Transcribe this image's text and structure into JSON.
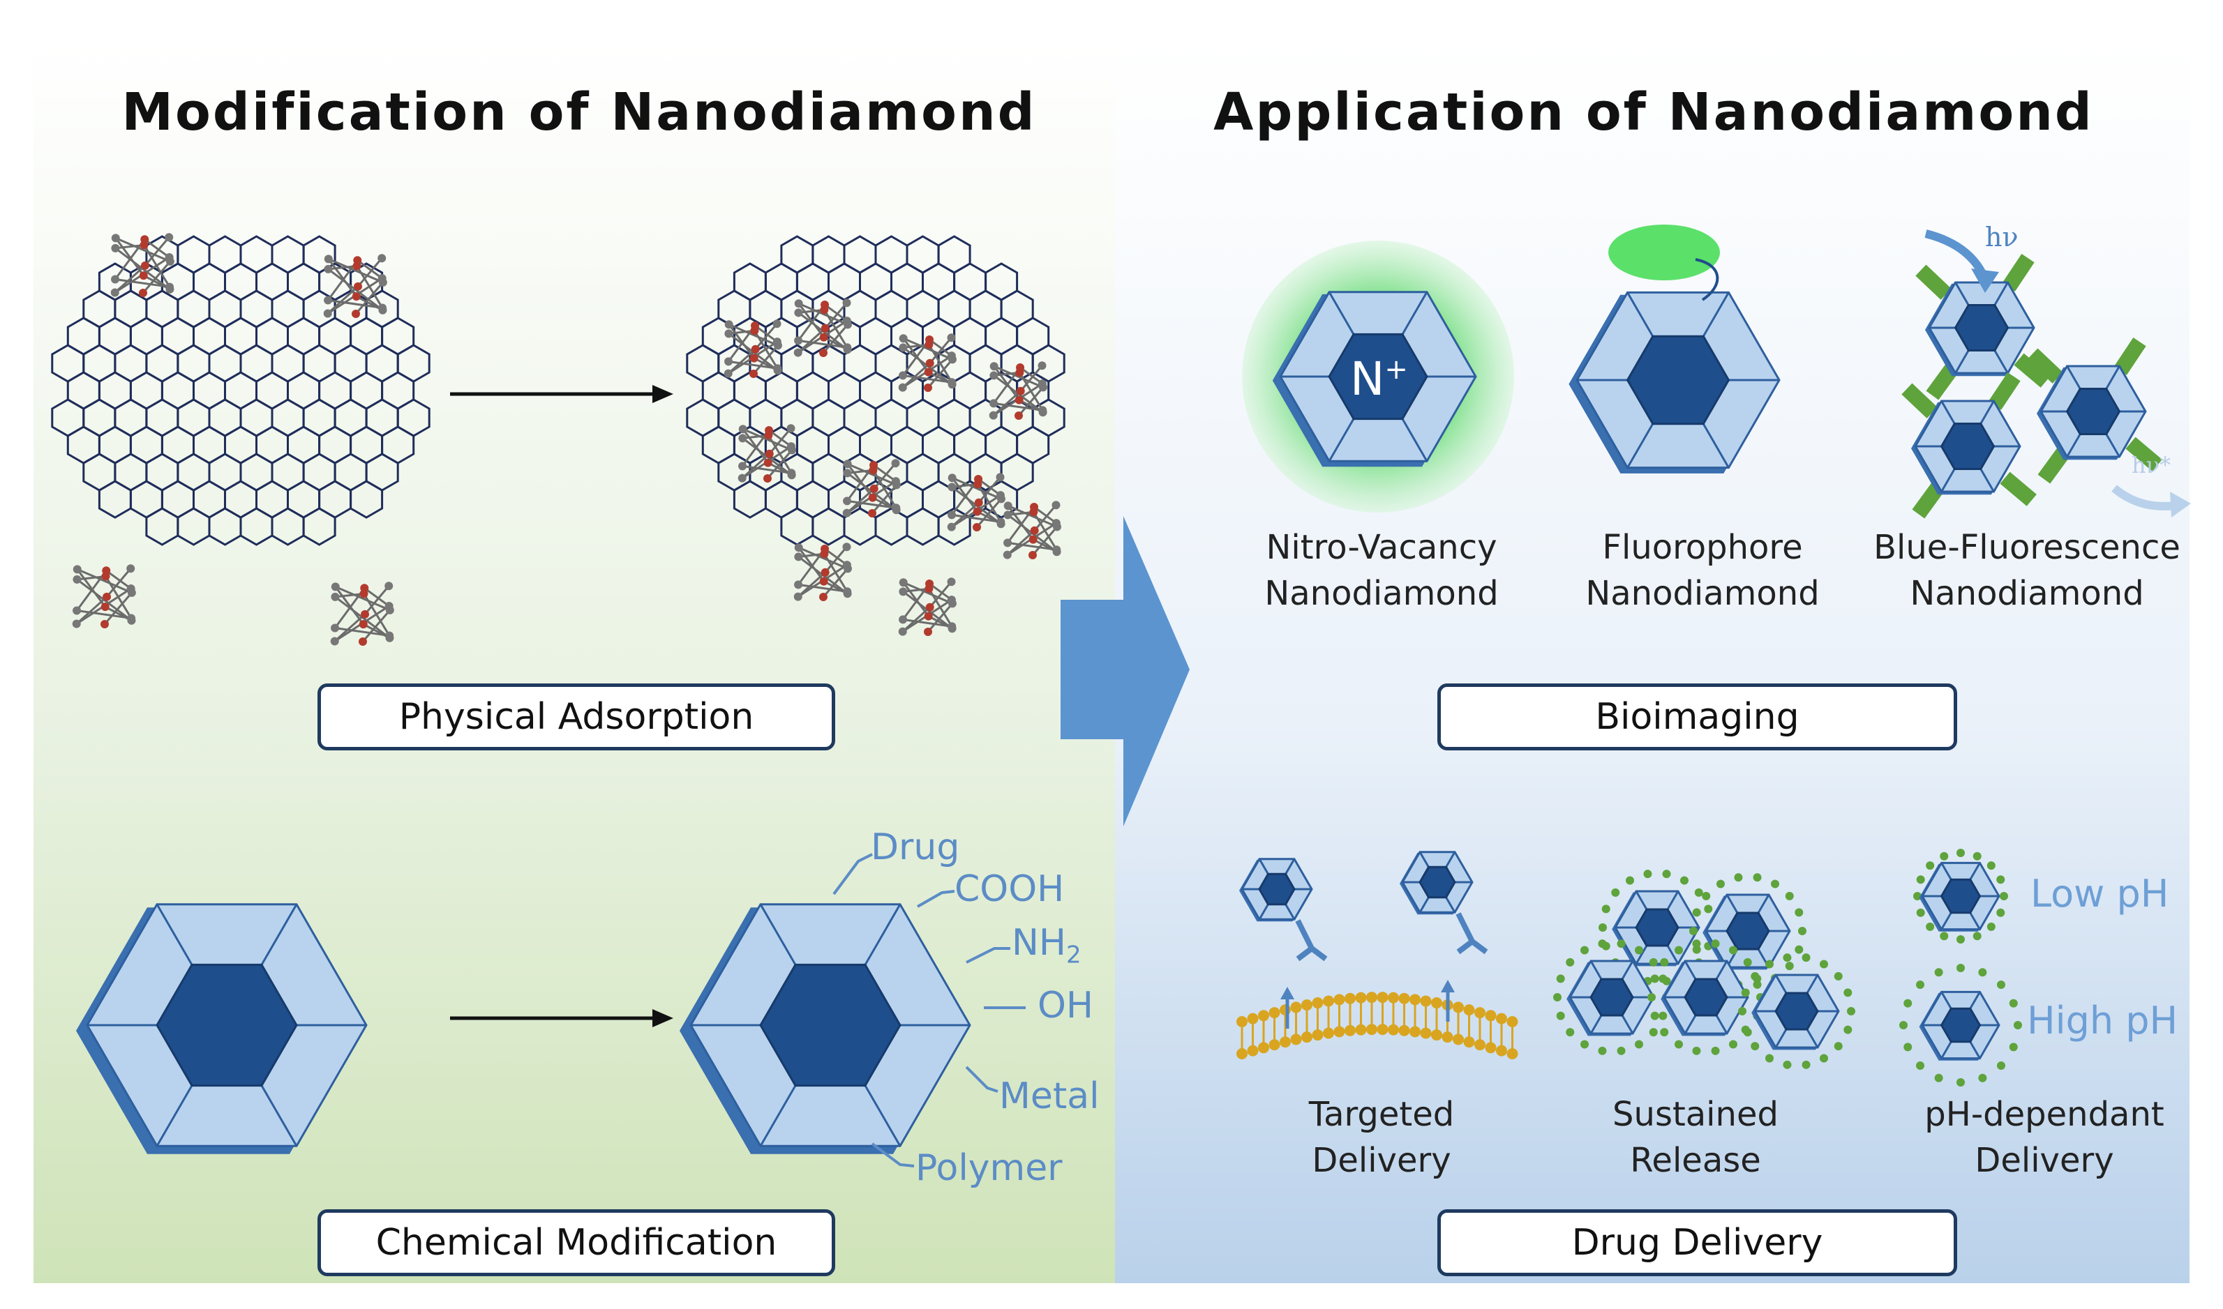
{
  "titles": {
    "left": "Modification of Nanodiamond",
    "right": "Application of Nanodiamond"
  },
  "modification": {
    "physical_label": "Physical Adsorption",
    "chemical_label": "Chemical Modification",
    "groups": [
      "Drug",
      "COOH",
      "NH",
      "2",
      "OH",
      "Metal",
      "Polymer"
    ]
  },
  "bioimaging": {
    "label": "Bioimaging",
    "nv_symbol": "N",
    "nv_charge": "+",
    "hv_in": "hν",
    "hv_out": "hν*",
    "items": [
      {
        "line1": "Nitro-Vacancy",
        "line2": "Nanodiamond"
      },
      {
        "line1": "Fluorophore",
        "line2": "Nanodiamond"
      },
      {
        "line1": "Blue-Fluorescence",
        "line2": "Nanodiamond"
      }
    ]
  },
  "drug_delivery": {
    "label": "Drug Delivery",
    "low_ph": "Low pH",
    "high_ph": "High pH",
    "items": [
      {
        "line1": "Targeted",
        "line2": "Delivery"
      },
      {
        "line1": "Sustained",
        "line2": "Release"
      },
      {
        "line1": "pH-dependant",
        "line2": "Delivery"
      }
    ]
  },
  "colors": {
    "core_dark": "#1f4e8c",
    "shell_light": "#b9d3ee",
    "lattice_stroke": "#1f2d5a",
    "arrow_blue": "#5b94cf",
    "glow_green": "#7ee08a",
    "ligand_green": "#5ea33b",
    "membrane_gold": "#d9a520"
  }
}
